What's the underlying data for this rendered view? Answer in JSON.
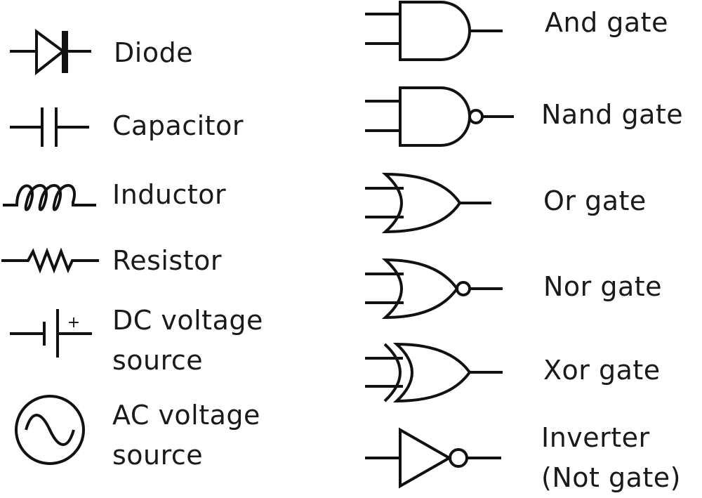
{
  "components": {
    "diode": "Diode",
    "capacitor": "Capacitor",
    "inductor": "Inductor",
    "resistor": "Resistor",
    "dc_source": [
      "DC voltage",
      "source"
    ],
    "ac_source": [
      "AC voltage",
      "source"
    ]
  },
  "gates": {
    "and": "And gate",
    "nand": "Nand gate",
    "or": "Or gate",
    "nor": "Nor gate",
    "xor": "Xor gate",
    "inverter": [
      "Inverter",
      "(Not gate)"
    ]
  },
  "symbol_glyphs": {
    "dc_plus": "+"
  },
  "colors": {
    "ink": "#111111",
    "text": "#1a1a1a",
    "background": "#ffffff"
  }
}
